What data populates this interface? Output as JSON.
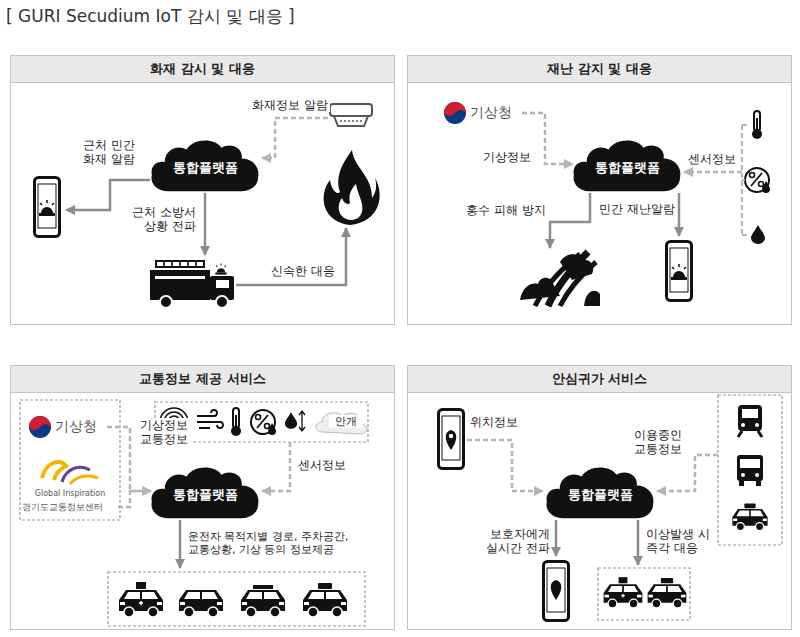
{
  "diagram": {
    "title": "[ GURI Secudium IoT 감시 및 대응 ]",
    "nodes": [
      {
        "text": [
          "화재 감시 및 대응"
        ]
      },
      {
        "text": [
          "통합플랫폼"
        ],
        "in": 0
      },
      {
        "text": [
          "재난 감지 및 대응"
        ]
      },
      {
        "text": [
          "기상청"
        ],
        "in": 2
      },
      {
        "text": [
          "통합플랫폼"
        ],
        "in": 2
      },
      {
        "text": [
          "교통정보 제공 서비스"
        ]
      },
      {
        "text": [
          "기상청"
        ],
        "in": 5
      },
      {
        "text": [
          "경기도교통정보센터"
        ],
        "in": 5
      },
      {
        "text": [
          "통합플랫폼"
        ],
        "in": 5
      },
      {
        "text": [
          "안심귀가 서비스"
        ]
      },
      {
        "text": [
          "통합플랫폼"
        ],
        "in": 9
      }
    ],
    "edges": [
      {
        "from": 3,
        "to": 4,
        "label": "기상정보",
        "arrow": "to"
      },
      {
        "from": 6,
        "to": 8,
        "label": "기상정보 교통정보",
        "arrow": "to"
      },
      {
        "from": 7,
        "to": 8,
        "arrow": "to"
      }
    ],
    "labels": [
      "화재정보 알람",
      "근처 민간 화재 알람",
      "근처 소방서 상황 전파",
      "신속한 대응",
      "센서정보",
      "홍수 피해 방지",
      "민간 재난알람",
      "Global Inspiration",
      "안개",
      "센서정보",
      "운전자 목적지별 경로, 주차공간, 교통상황, 기상 등의 정보제공",
      "위치정보",
      "이용중인 교통정보",
      "보호자에게 실시간 전파",
      "이상발생 시 즉각 대응"
    ]
  }
}
